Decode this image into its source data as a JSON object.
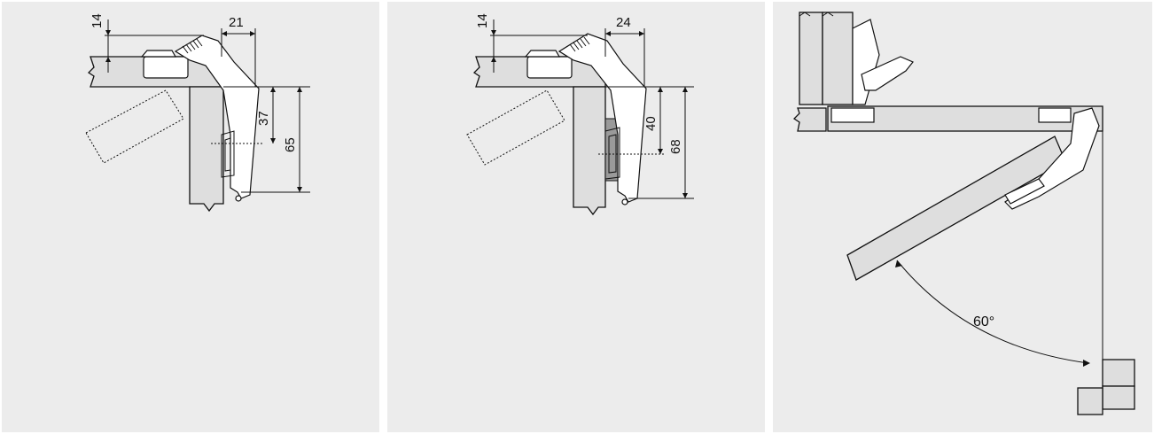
{
  "panels": [
    {
      "dimensions": {
        "top_offset": "14",
        "width": "21",
        "inner_height": "37",
        "outer_height": "65"
      }
    },
    {
      "dimensions": {
        "top_offset": "14",
        "width": "24",
        "inner_height": "40",
        "outer_height": "68"
      }
    },
    {
      "angle_label": "60°"
    }
  ]
}
